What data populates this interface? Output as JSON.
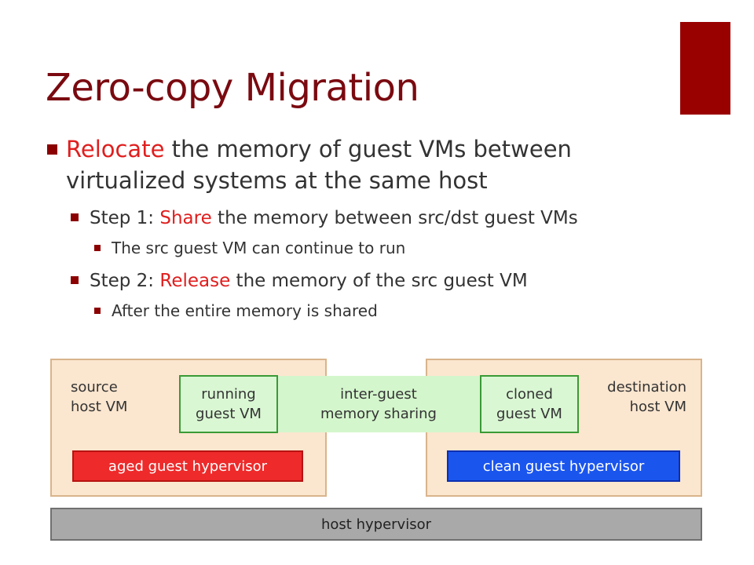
{
  "title": "Zero-copy Migration",
  "bullets": {
    "b1": {
      "highlight": "Relocate",
      "rest": " the memory of guest VMs between virtualized systems at the same host"
    },
    "b2": {
      "pre": "Step 1: ",
      "highlight": "Share",
      "rest": " the memory between src/dst guest VMs"
    },
    "b3": {
      "text": "The src guest VM can continue to run"
    },
    "b4": {
      "pre": "Step 2: ",
      "highlight": "Release",
      "rest": " the memory of the src guest VM"
    },
    "b5": {
      "text": "After the entire memory is shared"
    }
  },
  "diagram": {
    "source_vm": {
      "line1": "source",
      "line2": "host VM"
    },
    "destination_vm": {
      "line1": "destination",
      "line2": "host VM"
    },
    "running_guest": {
      "line1": "running",
      "line2": "guest VM"
    },
    "cloned_guest": {
      "line1": "cloned",
      "line2": "guest VM"
    },
    "sharing": {
      "line1": "inter-guest",
      "line2": "memory sharing"
    },
    "aged_hypervisor": "aged guest hypervisor",
    "clean_hypervisor": "clean guest hypervisor",
    "host_hypervisor": "host hypervisor"
  },
  "colors": {
    "accent": "#990000",
    "title": "#7a0a10",
    "highlight": "#e01e1e"
  }
}
